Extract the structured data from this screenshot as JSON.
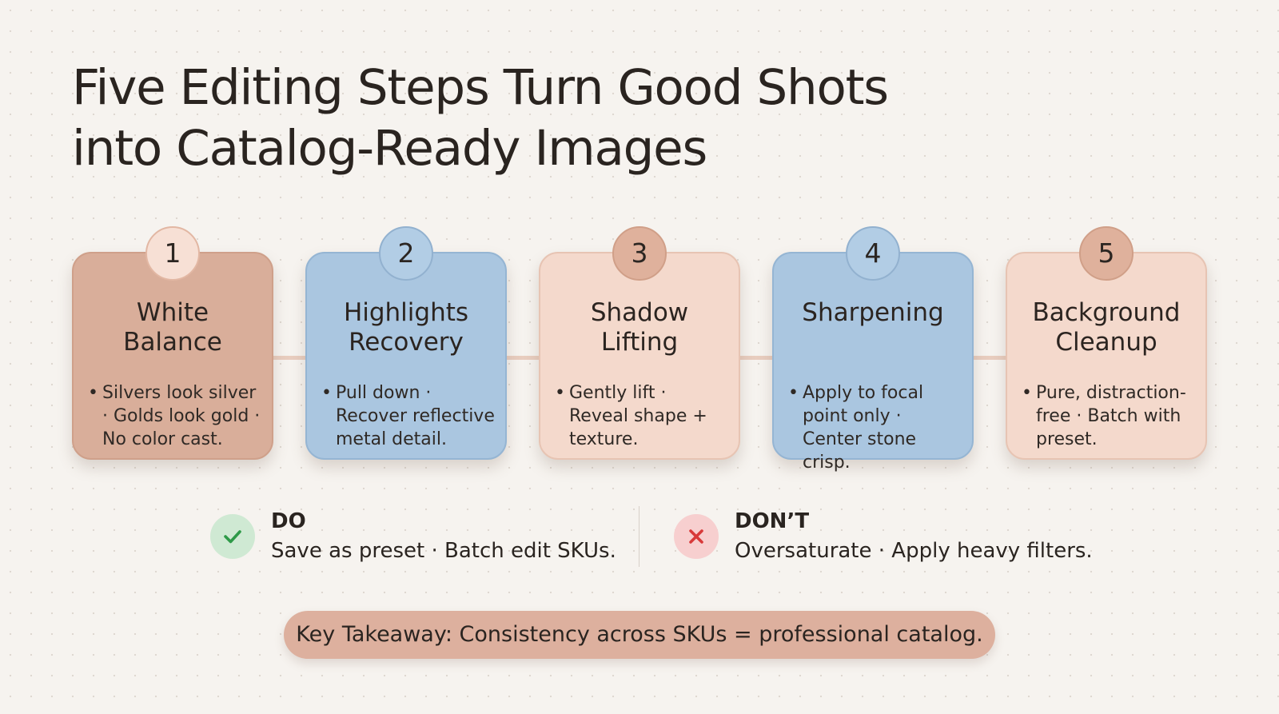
{
  "title": {
    "line1": "Five Editing Steps Turn Good Shots",
    "line2": "into Catalog-Ready Images"
  },
  "steps": [
    {
      "number": "1",
      "title_line1": "White",
      "title_line2": "Balance",
      "bullet": "•",
      "body": "Silvers look silver · Golds look gold · No color cast.",
      "color": "#d9ae9a"
    },
    {
      "number": "2",
      "title_line1": "Highlights",
      "title_line2": "Recovery",
      "bullet": "•",
      "body": "Pull down · Recover reflective metal detail.",
      "color": "#aac6e0"
    },
    {
      "number": "3",
      "title_line1": "Shadow",
      "title_line2": "Lifting",
      "bullet": "•",
      "body": "Gently lift · Reveal shape + texture.",
      "color": "#f4d9cc"
    },
    {
      "number": "4",
      "title_line1": "Sharpening",
      "title_line2": "",
      "bullet": "•",
      "body": "Apply to focal point only · Center stone crisp.",
      "color": "#aac6e0"
    },
    {
      "number": "5",
      "title_line1": "Background",
      "title_line2": "Cleanup",
      "bullet": "•",
      "body": "Pure, distraction-free · Batch with preset.",
      "color": "#f4d9cc"
    }
  ],
  "do": {
    "heading": "DO",
    "text": "Save as preset · Batch edit SKUs.",
    "icon": "check-icon",
    "color": "#2e9a48"
  },
  "dont": {
    "heading": "DON’T",
    "text": "Oversaturate · Apply heavy filters.",
    "icon": "x-icon",
    "color": "#d83a3a"
  },
  "takeaway": {
    "text": "Key Takeaway: Consistency across SKUs = professional catalog."
  }
}
